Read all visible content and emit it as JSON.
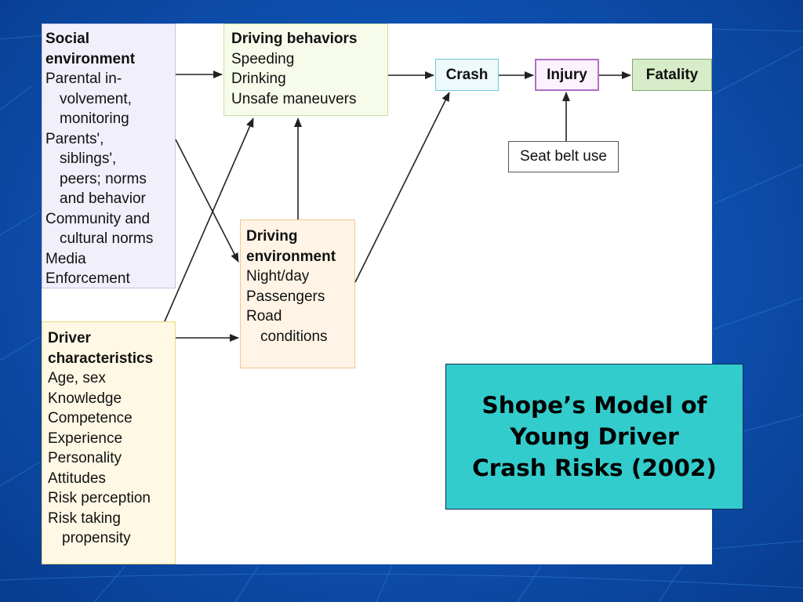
{
  "title": {
    "lines": [
      "Shope’s Model of",
      "Young Driver",
      "Crash Risks (2002)"
    ]
  },
  "diagram": {
    "social_environment": {
      "heading": [
        "Social",
        "environment"
      ],
      "items": [
        {
          "text": "Parental in-",
          "indent": false
        },
        {
          "text": "volvement,",
          "indent": true
        },
        {
          "text": "monitoring",
          "indent": true
        },
        {
          "text": "Parents',",
          "indent": false
        },
        {
          "text": "siblings',",
          "indent": true
        },
        {
          "text": "peers; norms",
          "indent": true
        },
        {
          "text": "and behavior",
          "indent": true
        },
        {
          "text": "Community and",
          "indent": false
        },
        {
          "text": "cultural norms",
          "indent": true
        },
        {
          "text": "Media",
          "indent": false
        },
        {
          "text": "Enforcement",
          "indent": false
        }
      ]
    },
    "driver_characteristics": {
      "heading": [
        "Driver",
        "characteristics"
      ],
      "items": [
        {
          "text": "Age, sex",
          "indent": false
        },
        {
          "text": "Knowledge",
          "indent": false
        },
        {
          "text": "Competence",
          "indent": false
        },
        {
          "text": "Experience",
          "indent": false
        },
        {
          "text": "Personality",
          "indent": false
        },
        {
          "text": "Attitudes",
          "indent": false
        },
        {
          "text": "Risk perception",
          "indent": false
        },
        {
          "text": "Risk taking",
          "indent": false
        },
        {
          "text": "propensity",
          "indent": true
        }
      ]
    },
    "driving_behaviors": {
      "heading": [
        "Driving behaviors"
      ],
      "items": [
        {
          "text": "Speeding",
          "indent": false
        },
        {
          "text": "Drinking",
          "indent": false
        },
        {
          "text": "Unsafe maneuvers",
          "indent": false
        }
      ]
    },
    "driving_environment": {
      "heading": [
        "Driving",
        "environment"
      ],
      "items": [
        {
          "text": "Night/day",
          "indent": false
        },
        {
          "text": "Passengers",
          "indent": false
        },
        {
          "text": "Road",
          "indent": false
        },
        {
          "text": "conditions",
          "indent": true
        }
      ]
    },
    "crash": "Crash",
    "injury": "Injury",
    "fatality": "Fatality",
    "seat_belt": "Seat belt use",
    "colors": {
      "background": "#0d4fae",
      "title_fill": "#33cccc",
      "arrow": "#222222"
    }
  }
}
